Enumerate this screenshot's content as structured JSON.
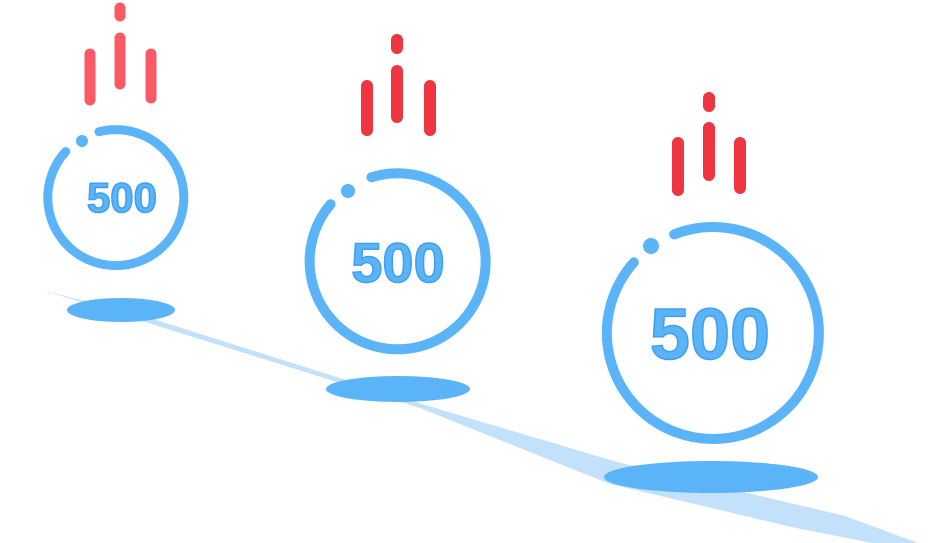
{
  "colors": {
    "ring": "#5bb4f8",
    "shadow": "#5bb4f8",
    "ribbon": "#c3e1fb",
    "marks_light": "#fb5a64",
    "marks": "#ee3540"
  },
  "badges": [
    {
      "code": "500",
      "icon": "falling-marks-icon"
    },
    {
      "code": "500",
      "icon": "falling-marks-icon"
    },
    {
      "code": "500",
      "icon": "falling-marks-icon"
    }
  ]
}
